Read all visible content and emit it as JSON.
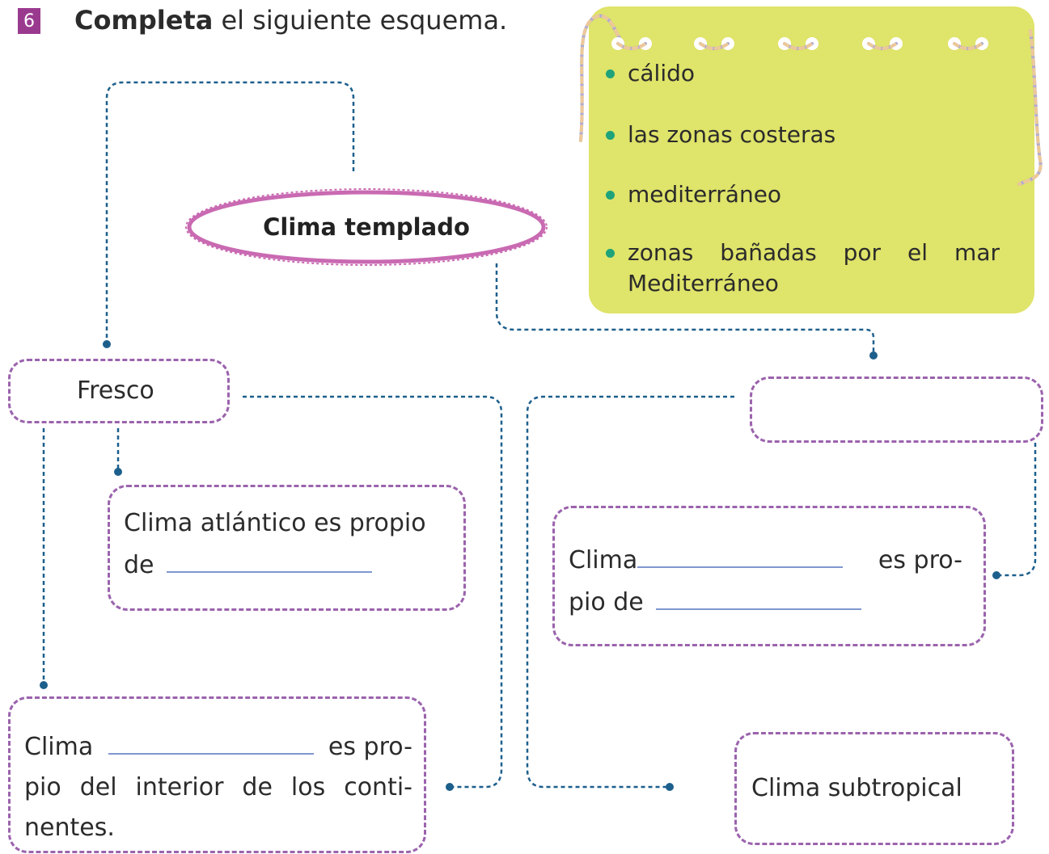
{
  "exercise": {
    "number": "6",
    "instruction_bold": "Completa",
    "instruction_rest": "el siguiente esquema."
  },
  "word_bank": [
    "cálido",
    "las zonas costeras",
    "mediterráneo",
    "zonas bañadas por el mar Mediterráneo"
  ],
  "scheme": {
    "title": "Clima templado",
    "fresco": "Fresco",
    "atlantico": {
      "line1": "Clima atlántico es propio",
      "line2": "de"
    },
    "continental": {
      "line1_start": "Clima",
      "line1_end": "es pro-",
      "line2": "pio del interior de los conti-",
      "line3": "nentes."
    },
    "mediterraneo": {
      "line1_start": "Clima",
      "line1_end": "es pro-",
      "line2": "pio de"
    },
    "subtropical": "Clima subtropical"
  },
  "colors": {
    "exercise_badge": "#9a3a8f",
    "word_bank_bg": "#dfe46a",
    "bullet": "#1fa37a",
    "connector": "#1d5f8c",
    "box_border": "#9b63ad",
    "ellipse_border": "#c96ab2",
    "blank_line": "#7f97cf"
  }
}
